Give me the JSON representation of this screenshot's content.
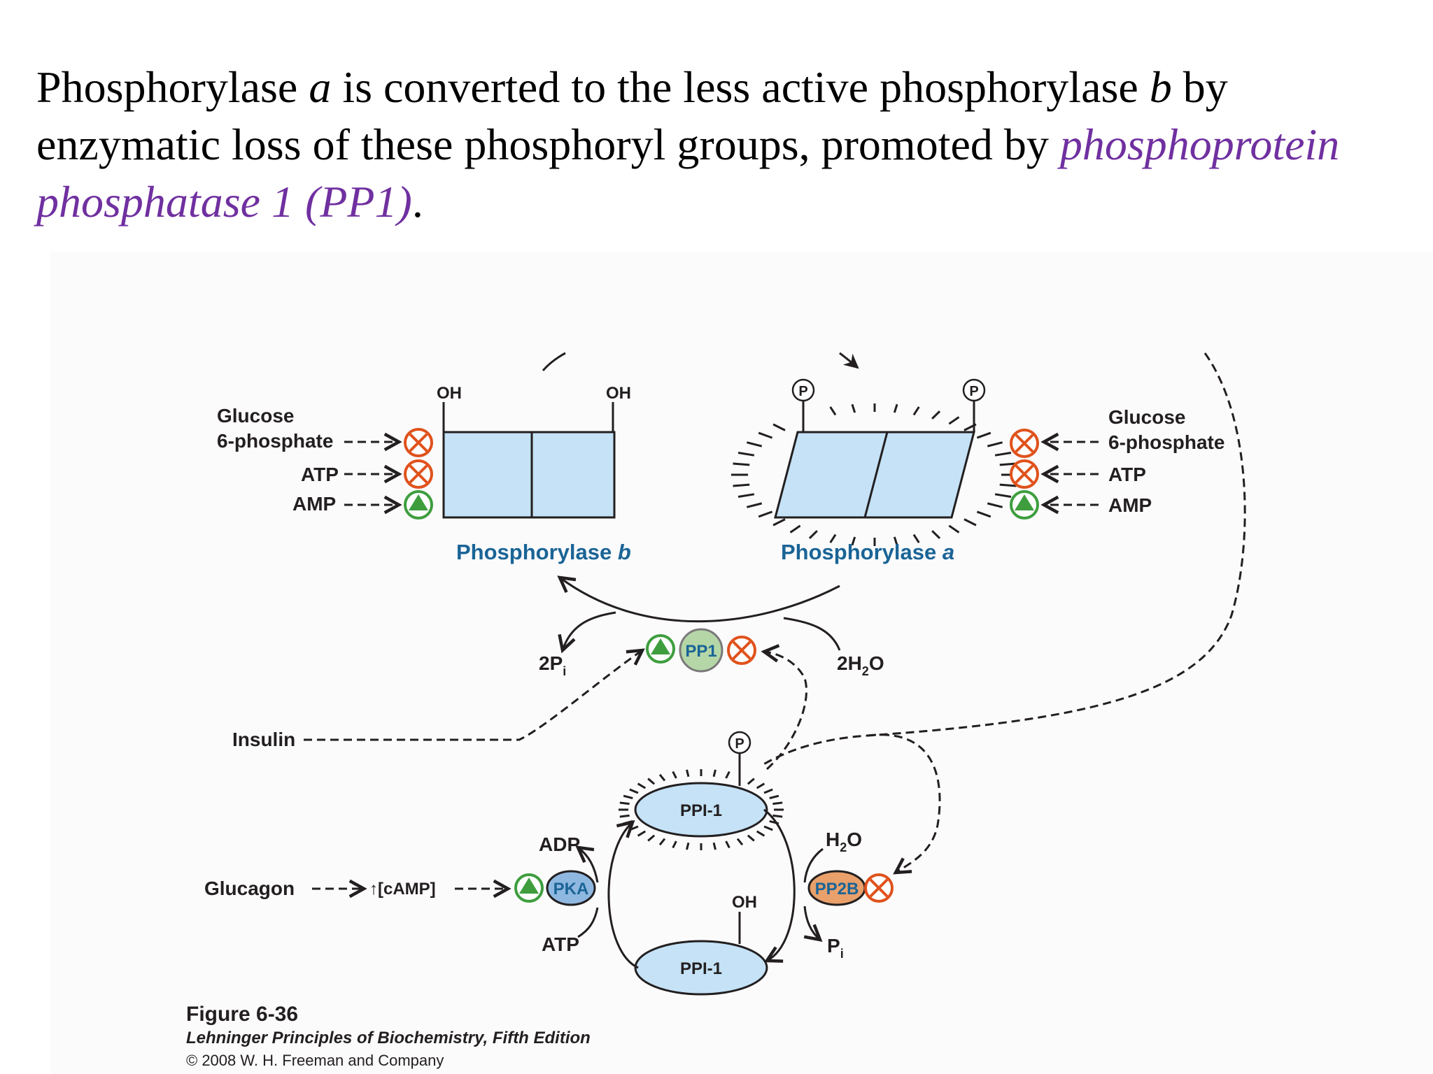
{
  "heading": {
    "part1": "Phosphorylase ",
    "a": "a",
    "part2": " is converted to the less active phosphorylase ",
    "b": "b",
    "part3": " by enzymatic loss of these phosphoryl groups, promoted by ",
    "pp1_name": "phosphoprotein phosphatase 1 (PP1)",
    "period": "."
  },
  "diagram": {
    "phosphorylase_b": {
      "name": "Phosphorylase ",
      "letter": "b",
      "oh_left": "OH",
      "oh_right": "OH"
    },
    "phosphorylase_a": {
      "name": "Phosphorylase ",
      "letter": "a",
      "p_left": "P",
      "p_right": "P"
    },
    "left_effectors": {
      "glucose_line1": "Glucose",
      "glucose_line2": "6-phosphate",
      "atp": "ATP",
      "amp": "AMP"
    },
    "right_effectors": {
      "glucose_line1": "Glucose",
      "glucose_line2": "6-phosphate",
      "atp": "ATP",
      "amp": "AMP"
    },
    "pp1": {
      "label": "PP1",
      "pi_out": "2P",
      "pi_sub": "i",
      "water_2": "2H",
      "water_sub": "2",
      "water_o": "O"
    },
    "insulin": "Insulin",
    "glucagon": "Glucagon",
    "camp": "↑[cAMP]",
    "pka": "PKA",
    "pp2b": "PP2B",
    "ppi1_top": {
      "label": "PPI-1",
      "p": "P"
    },
    "ppi1_bottom": {
      "label": "PPI-1",
      "oh": "OH"
    },
    "adp": "ADP",
    "atp": "ATP",
    "h2o_h": "H",
    "h2o_sub": "2",
    "h2o_o": "O",
    "pi_p": "P",
    "pi_sub": "i"
  },
  "caption": {
    "title": "Figure 6-36",
    "book": "Lehninger Principles of Biochemistry, Fifth Edition",
    "copyright": "© 2008 W. H. Freeman and Company"
  },
  "colors": {
    "box_fill": "#c5e2f6",
    "stimulate_green": "#3e9e3e",
    "inhibit_orange": "#e0521c",
    "pp1_fill": "#b5d7a8",
    "pka_fill": "#8fb8e0",
    "pp2b_fill": "#e9a06b",
    "ppi1_fill": "#c5e2f6",
    "label_blue": "#1a6496",
    "pp1_purple": "#7030a0"
  }
}
